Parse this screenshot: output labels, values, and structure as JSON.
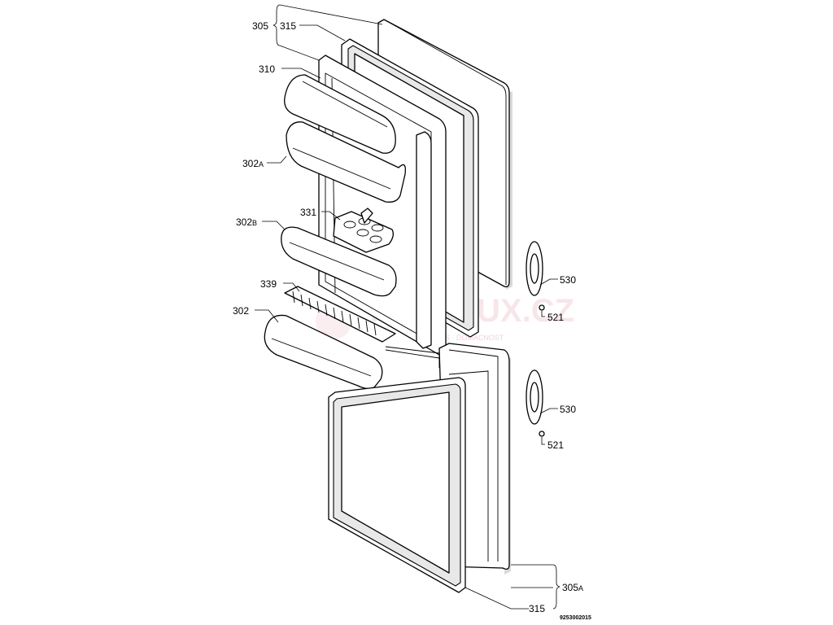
{
  "labels": {
    "l305": "305",
    "l315_top": "315",
    "l310": "310",
    "l302A": "302",
    "l302A_sub": "A",
    "l331": "331",
    "l302B": "302",
    "l302B_sub": "B",
    "l339": "339",
    "l302": "302",
    "l530_top": "530",
    "l521_top": "521",
    "l530_bottom": "530",
    "l521_bottom": "521",
    "l305A": "305",
    "l305A_sub": "A",
    "l315_bottom": "315"
  },
  "doc_code": "9253002015",
  "watermark": {
    "text": "MAMILUX.CZ",
    "sub": "SERVIS · DOMÁCNOST"
  }
}
